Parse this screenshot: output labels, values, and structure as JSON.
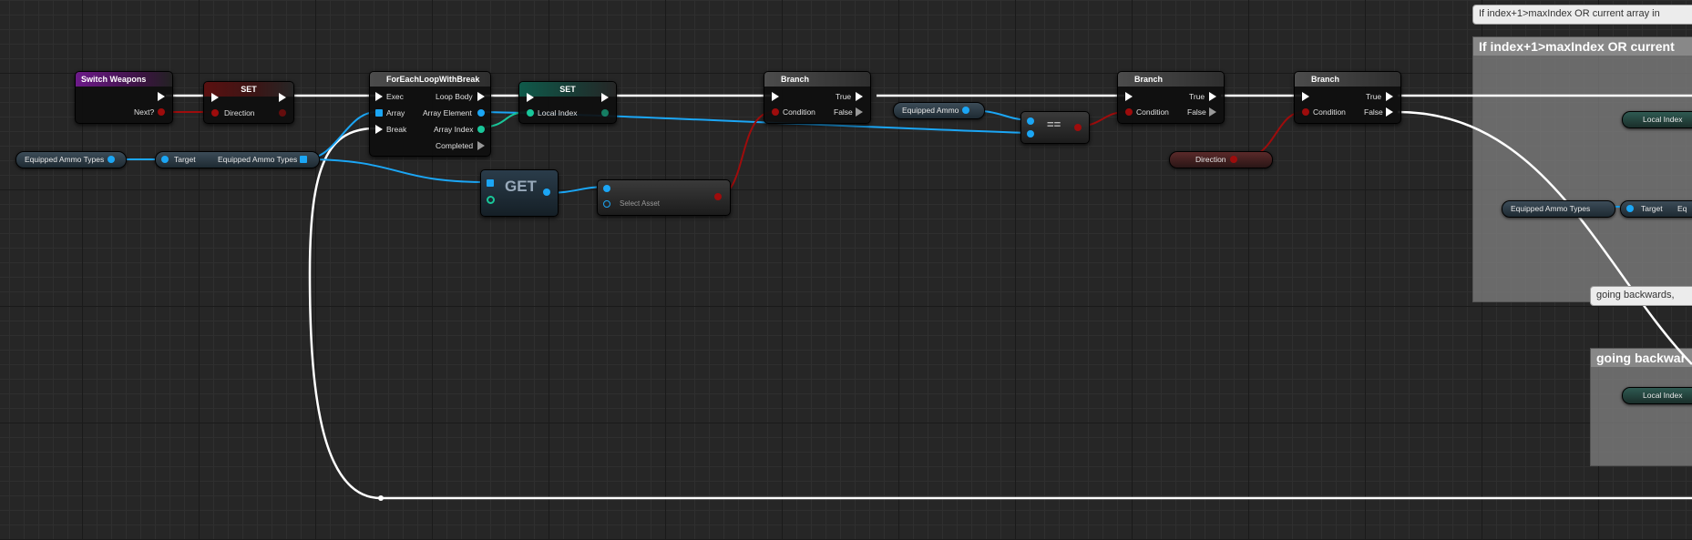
{
  "nodes": {
    "switch_weapons": {
      "title": "Switch Weapons",
      "next_label": "Next?"
    },
    "set_direction": {
      "title": "SET",
      "var_label": "Direction"
    },
    "foreach": {
      "title": "ForEachLoopWithBreak",
      "exec": "Exec",
      "array": "Array",
      "break": "Break",
      "loop_body": "Loop Body",
      "array_element": "Array Element",
      "array_index": "Array Index",
      "completed": "Completed"
    },
    "set_local": {
      "title": "SET",
      "var_label": "Local Index"
    },
    "branch1": {
      "title": "Branch",
      "condition": "Condition",
      "true": "True",
      "false": "False"
    },
    "branch2": {
      "title": "Branch",
      "condition": "Condition",
      "false": "False"
    },
    "branch3": {
      "title": "Branch",
      "condition": "Condition",
      "true": "True",
      "false": "False"
    },
    "get": {
      "label": "GET"
    },
    "select_asset": {
      "label": "Select Asset"
    },
    "equals": {
      "label": "=="
    },
    "target_node": {
      "target": "Target",
      "output": "Equipped Ammo Types"
    },
    "target_node2": {
      "target": "Target",
      "output": "Eq"
    }
  },
  "vars": {
    "equipped_ammo_types": "Equipped Ammo Types",
    "equipped_ammo": "Equipped Ammo",
    "direction": "Direction",
    "local_index_1": "Local Index",
    "local_index_2": "Local Index",
    "equipped_ammo_types_2": "Equipped Ammo Types"
  },
  "comments": {
    "c1": {
      "bubble": "If index+1>maxIndex OR current array in",
      "title": "If index+1>maxIndex OR current"
    },
    "c2": {
      "bubble": "going backwards,",
      "title": "going backwar"
    }
  },
  "colors": {
    "object_pin": "#1ba6f5",
    "bool_pin": "#9e0c0c",
    "int_pin": "#19c79a",
    "exec": "#ffffff"
  }
}
